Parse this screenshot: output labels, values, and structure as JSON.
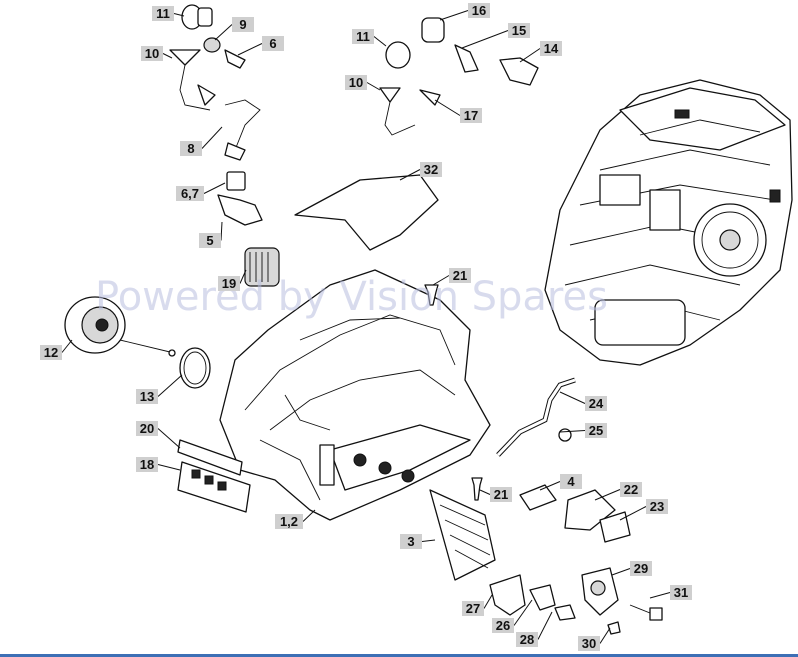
{
  "watermark": "Powered by Vision Spares",
  "callouts": [
    {
      "id": "c11a",
      "text": "11"
    },
    {
      "id": "c9",
      "text": "9"
    },
    {
      "id": "c10a",
      "text": "10"
    },
    {
      "id": "c6a",
      "text": "6"
    },
    {
      "id": "c8",
      "text": "8"
    },
    {
      "id": "c67",
      "text": "6,7"
    },
    {
      "id": "c5",
      "text": "5"
    },
    {
      "id": "c19",
      "text": "19"
    },
    {
      "id": "c11b",
      "text": "11"
    },
    {
      "id": "c16",
      "text": "16"
    },
    {
      "id": "c15",
      "text": "15"
    },
    {
      "id": "c14",
      "text": "14"
    },
    {
      "id": "c10b",
      "text": "10"
    },
    {
      "id": "c17",
      "text": "17"
    },
    {
      "id": "c32",
      "text": "32"
    },
    {
      "id": "c21a",
      "text": "21"
    },
    {
      "id": "c12",
      "text": "12"
    },
    {
      "id": "c13",
      "text": "13"
    },
    {
      "id": "c20",
      "text": "20"
    },
    {
      "id": "c18",
      "text": "18"
    },
    {
      "id": "c12b",
      "text": "1,2"
    },
    {
      "id": "c3",
      "text": "3"
    },
    {
      "id": "c24",
      "text": "24"
    },
    {
      "id": "c25",
      "text": "25"
    },
    {
      "id": "c4",
      "text": "4"
    },
    {
      "id": "c22",
      "text": "22"
    },
    {
      "id": "c23",
      "text": "23"
    },
    {
      "id": "c21b",
      "text": "21"
    },
    {
      "id": "c29",
      "text": "29"
    },
    {
      "id": "c31",
      "text": "31"
    },
    {
      "id": "c27",
      "text": "27"
    },
    {
      "id": "c26",
      "text": "26"
    },
    {
      "id": "c28",
      "text": "28"
    },
    {
      "id": "c30",
      "text": "30"
    }
  ]
}
